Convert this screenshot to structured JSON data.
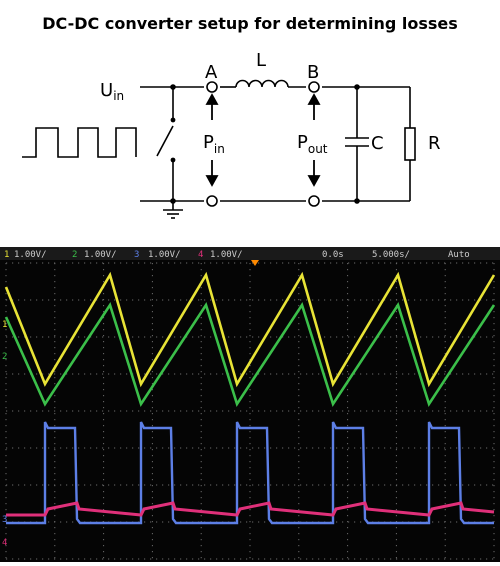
{
  "diagram": {
    "title": "DC-DC converter setup for determining losses",
    "labels": {
      "uin_main": "U",
      "uin_sub": "in",
      "node_a": "A",
      "node_b": "B",
      "inductor": "L",
      "pin_main": "P",
      "pin_sub": "in",
      "pout_main": "P",
      "pout_sub": "out",
      "capacitor": "C",
      "resistor": "R"
    }
  },
  "scope": {
    "header": {
      "ch1_num": "1",
      "ch1_scale": "1.00V/",
      "ch2_num": "2",
      "ch2_scale": "1.00V/",
      "ch3_num": "3",
      "ch3_scale": "1.00V/",
      "ch4_num": "4",
      "ch4_scale": "1.00V/",
      "time_offset": "0.0s",
      "time_scale": "5.000s/",
      "trigger_mode": "Auto"
    },
    "markers": {
      "ch1": "1",
      "ch2": "2",
      "ch3": "3",
      "ch4": "4"
    },
    "colors": {
      "ch1": "#e8e336",
      "ch2": "#3bbf4a",
      "ch3": "#5d7fe6",
      "ch4": "#e0307a",
      "grid": "#6a6a6a",
      "trigger": "#ff8a00"
    }
  }
}
